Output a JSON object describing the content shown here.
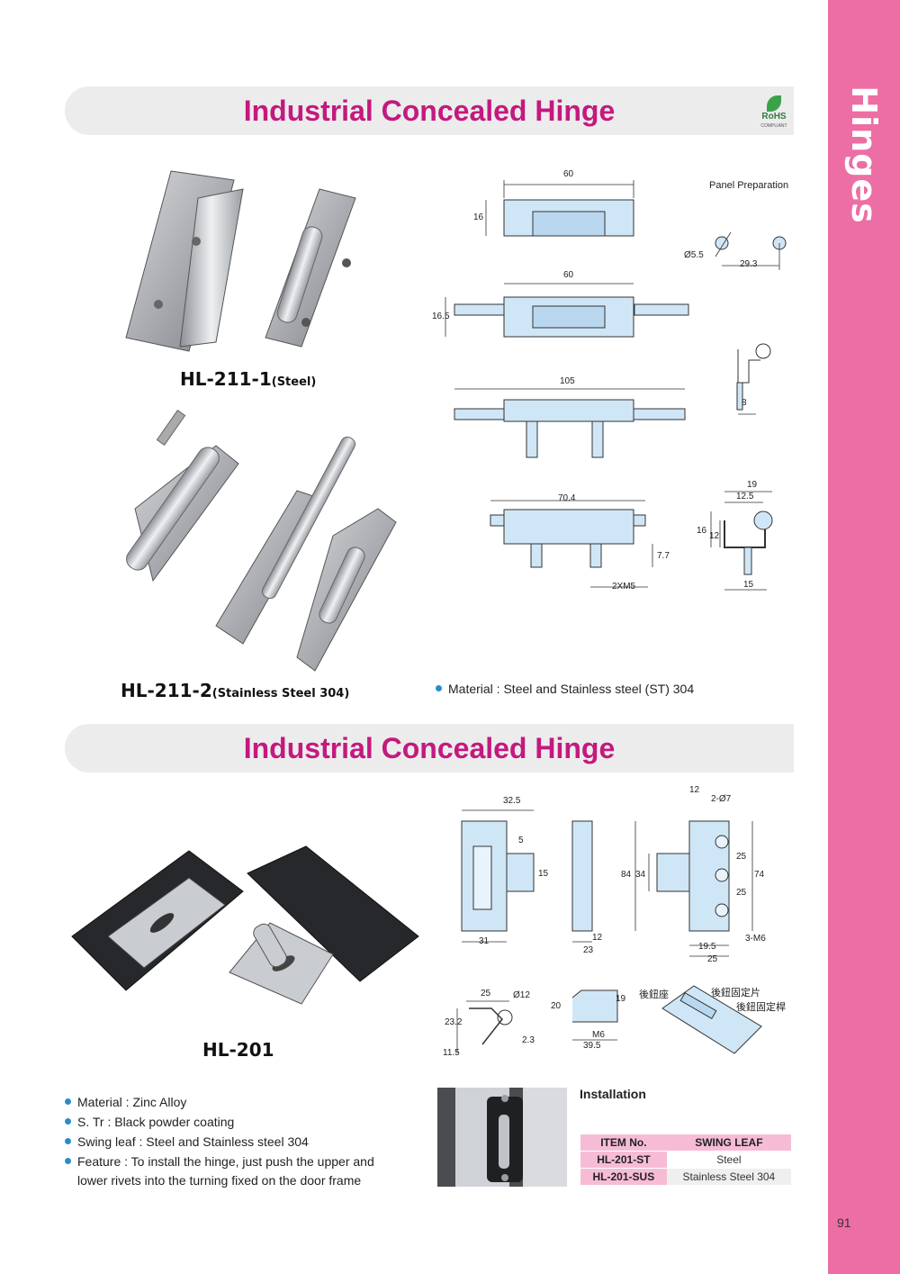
{
  "side_tab": {
    "label": "Hinges",
    "color": "#ec6ea4"
  },
  "page_number": "91",
  "section1": {
    "title": "Industrial Concealed Hinge",
    "rohs": {
      "text": "RoHS",
      "sub": "COMPLIANT"
    },
    "product_a": {
      "code": "HL-211-1",
      "material": "(Steel)"
    },
    "product_b": {
      "code": "HL-211-2",
      "material": "(Stainless Steel 304)"
    },
    "material_note": "Material : Steel and Stainless steel (ST) 304",
    "drawing": {
      "panel_prep": "Panel Preparation",
      "d60a": "60",
      "d16": "16",
      "d60b": "60",
      "d165": "16.5",
      "d105": "105",
      "d704": "70.4",
      "d77": "7.7",
      "d2xm5": "2XM5",
      "d55": "Ø5.5",
      "d293": "29.3",
      "d8": "8",
      "d19": "19",
      "d125": "12.5",
      "d16b": "16",
      "d12": "12",
      "d15": "15"
    }
  },
  "section2": {
    "title": "Industrial Concealed Hinge",
    "product": {
      "code": "HL-201"
    },
    "bullets": [
      "Material : Zinc Alloy",
      "S. Tr : Black powder coating",
      "Swing leaf : Steel and Stainless steel 304",
      "Feature : To install the hinge, just push the upper and",
      "lower rivets into the turning fixed on the door frame"
    ],
    "drawing": {
      "d325": "32.5",
      "d5": "5",
      "d15": "15",
      "d31": "31",
      "d12a": "12",
      "d23": "23",
      "d12b": "12",
      "d2o7": "2-Ø7",
      "d84": "84",
      "d34": "34",
      "d25a": "25",
      "d25b": "25",
      "d74": "74",
      "d3m6": "3-M6",
      "d195": "19.5",
      "d25c": "25",
      "d25d": "25",
      "d12o": "Ø12",
      "d232": "23.2",
      "d115": "11.5",
      "d23b": "2.3",
      "d20": "20",
      "d19": "19",
      "dm6": "M6",
      "d395": "39.5",
      "cn1": "後鈕座",
      "cn2": "後鈕固定片",
      "cn3": "後鈕固定桿"
    },
    "installation_title": "Installation",
    "table": {
      "headers": [
        "ITEM No.",
        "SWING LEAF"
      ],
      "rows": [
        [
          "HL-201-ST",
          "Steel"
        ],
        [
          "HL-201-SUS",
          "Stainless Steel 304"
        ]
      ]
    }
  }
}
